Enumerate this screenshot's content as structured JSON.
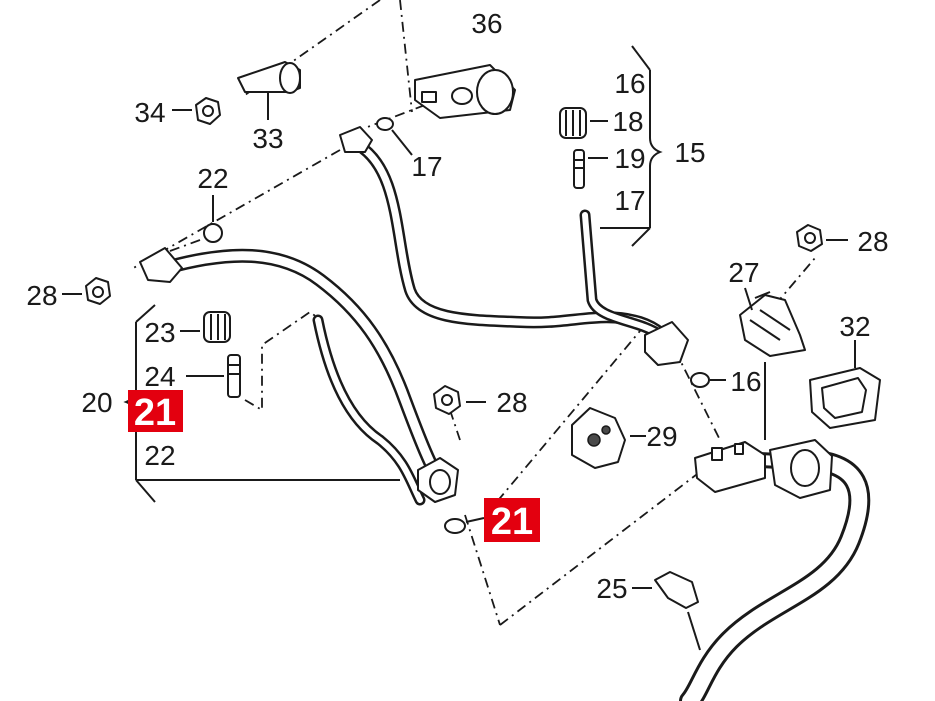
{
  "labels": {
    "l36": "36",
    "l34": "34",
    "l33": "33",
    "l17a": "17",
    "l16a": "16",
    "l18": "18",
    "l19": "19",
    "l15": "15",
    "l17b": "17",
    "l22a": "22",
    "l28a": "28",
    "l28b": "28",
    "l27": "27",
    "l32": "32",
    "l23": "23",
    "l24": "24",
    "l20": "20",
    "l21a": "21",
    "l22b": "22",
    "l28c": "28",
    "l16b": "16",
    "l29": "29",
    "l21b": "21",
    "l25": "25"
  },
  "highlight_color": "#e3000f"
}
